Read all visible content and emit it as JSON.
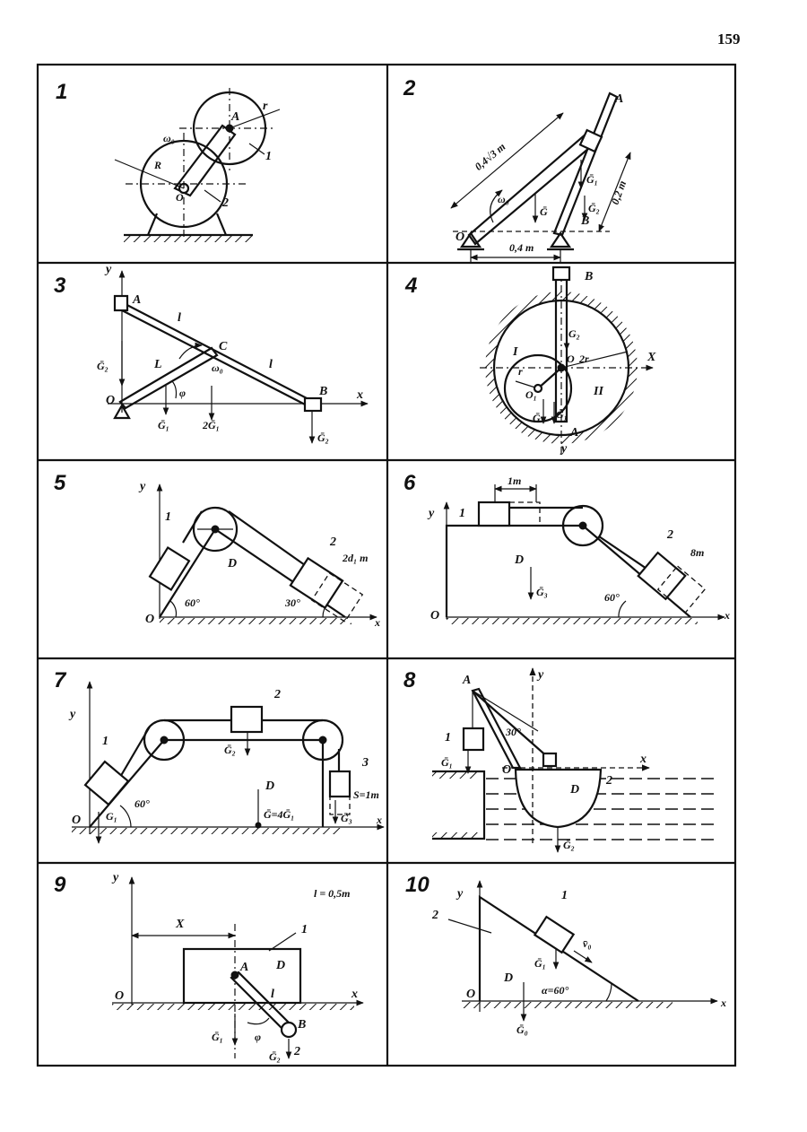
{
  "page_number": "159",
  "panels": [
    {
      "number": "1",
      "labels": {
        "A": "A",
        "r": "r",
        "R": "R",
        "O": "O",
        "omega": "ω₀",
        "one": "1",
        "two": "2"
      }
    },
    {
      "number": "2",
      "labels": {
        "A": "A",
        "B": "B",
        "O": "O",
        "len1": "0,4√3 m",
        "len2": "0,2 m",
        "len3": "0,4 m",
        "omega": "ω₀",
        "g1": "Ḡ",
        "g2": "Ḡ₁",
        "g3": "Ḡ₂"
      }
    },
    {
      "number": "3",
      "labels": {
        "y": "y",
        "x": "x",
        "A": "A",
        "B": "B",
        "C": "C",
        "O": "O",
        "l1": "l",
        "l2": "l",
        "L": "L",
        "phi": "φ",
        "omega": "ω₀",
        "G2a": "Ḡ₂",
        "G1": "Ḡ₁",
        "G1x2": "2Ḡ₁",
        "G2b": "Ḡ₂"
      }
    },
    {
      "number": "4",
      "labels": {
        "B": "B",
        "A": "A",
        "x": "X",
        "y": "y",
        "O": "O",
        "O1": "O₁",
        "r1": "2r",
        "r2": "r",
        "I": "I",
        "II": "II",
        "G2": "G₂",
        "G": "Ḡ",
        "G1": "Ḡ₁"
      }
    },
    {
      "number": "5",
      "labels": {
        "y": "y",
        "x": "x",
        "O": "O",
        "D": "D",
        "one": "1",
        "two": "2",
        "ang1": "60°",
        "ang2": "30°",
        "dist": "2d₁ m"
      }
    },
    {
      "number": "6",
      "labels": {
        "y": "y",
        "x": "x",
        "O": "O",
        "D": "D",
        "one": "1",
        "two": "2",
        "dist1": "1m",
        "dist2": "8m",
        "ang": "60°",
        "G": "Ḡ₃"
      }
    },
    {
      "number": "7",
      "labels": {
        "y": "y",
        "x": "x",
        "O": "O",
        "D": "D",
        "one": "1",
        "two": "2",
        "three": "3",
        "ang": "60°",
        "G1": "G₁",
        "G2": "Ḡ₂",
        "G3": "Ḡ₃",
        "G": "Ḡ=4Ḡ₁",
        "dist": "S=1m"
      }
    },
    {
      "number": "8",
      "labels": {
        "A": "A",
        "y": "y",
        "x": "x",
        "O": "O",
        "D": "D",
        "one": "1",
        "two": "2",
        "ang": "30°",
        "G1": "Ḡ₁",
        "G2": "Ḡ₂"
      }
    },
    {
      "number": "9",
      "labels": {
        "y": "y",
        "x": "x",
        "X": "X",
        "O": "O",
        "A": "A",
        "B": "B",
        "D": "D",
        "l": "l",
        "one": "1",
        "two": "2",
        "phi": "φ",
        "len": "l = 0,5m",
        "G1": "Ḡ₁",
        "G2": "Ḡ₂"
      }
    },
    {
      "number": "10",
      "labels": {
        "y": "y",
        "x": "x",
        "O": "O",
        "D": "D",
        "one": "1",
        "two": "2",
        "ang": "α=60°",
        "v": "v̄₀",
        "G1": "Ḡ₁",
        "G0": "Ḡ₀"
      }
    }
  ]
}
